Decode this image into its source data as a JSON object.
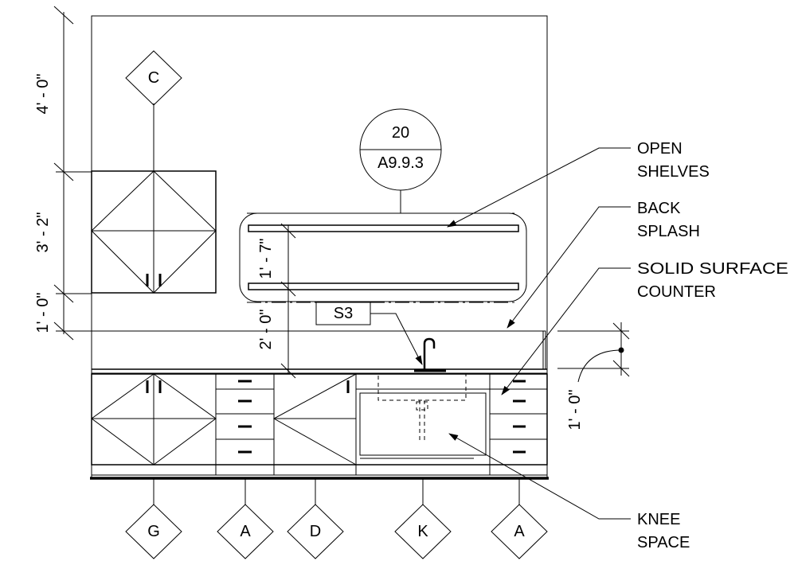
{
  "dimensions": {
    "upper_top": "4' - 0\"",
    "upper_cabinet": "3' - 2\"",
    "upper_gap": "1' - 0\"",
    "shelf_spacing": "1' - 7\"",
    "splash_height": "2' - 0\"",
    "counter_offset": "1' - 0\""
  },
  "section_marker": {
    "number": "20",
    "sheet": "A9.9.3"
  },
  "sink_tag": "S3",
  "elevation_tags": {
    "upper": "C",
    "base": [
      "G",
      "A",
      "D",
      "K",
      "A"
    ]
  },
  "callouts": {
    "open_shelves": [
      "OPEN",
      "SHELVES"
    ],
    "back_splash": [
      "BACK",
      "SPLASH"
    ],
    "counter": [
      "SOLID SURFACE",
      "COUNTER"
    ],
    "knee_space": [
      "KNEE",
      "SPACE"
    ]
  }
}
